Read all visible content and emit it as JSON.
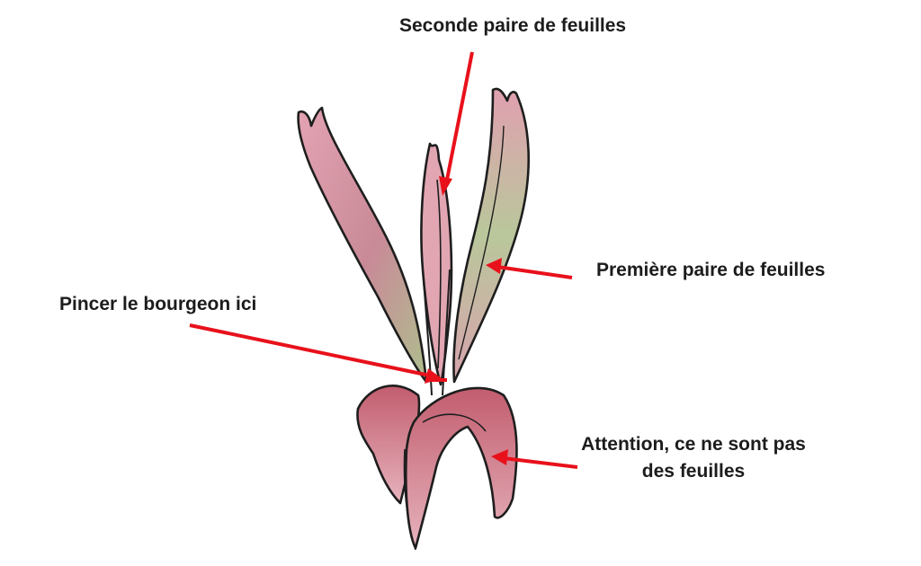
{
  "labels": {
    "second_pair": "Seconde paire de feuilles",
    "first_pair": "Première paire de feuilles",
    "pinch": "Pincer le bourgeon ici",
    "warning_line1": "Attention, ce ne sont pas",
    "warning_line2": "des feuilles"
  },
  "colors": {
    "arrow": "#e8111b",
    "outline": "#1e1e1e",
    "petal_pink": "#d98a9a",
    "petal_deep": "#b84a5c",
    "leaf_green": "#a9c58a"
  }
}
